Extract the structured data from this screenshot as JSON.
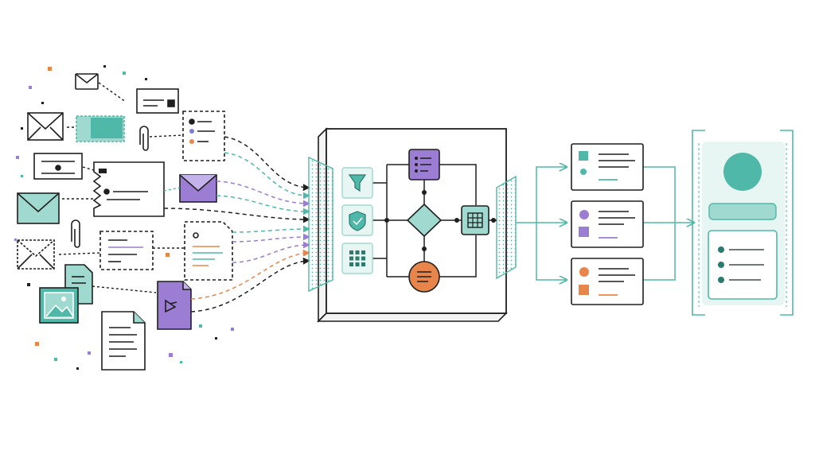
{
  "colors": {
    "teal": "#4fb8a8",
    "teal_dark": "#2a7a6e",
    "teal_light": "#9fd9cf",
    "teal_pale": "#e8f6f3",
    "purple": "#9b7dd4",
    "orange": "#e8854a",
    "ink": "#1f1f1f",
    "grey": "#6f7a78"
  },
  "inputs": {
    "documents": [
      "envelope-icon",
      "envelope-icon",
      "envelope-icon",
      "envelope-icon",
      "open-envelope-icon",
      "id-card-icon",
      "ticket-icon",
      "receipt-icon",
      "photo-icon",
      "document-icon",
      "document-icon",
      "pdf-icon",
      "checklist-icon",
      "form-icon",
      "attachment-icon"
    ]
  },
  "processor": {
    "steps": [
      "filter-icon",
      "shield-icon",
      "grid-icon",
      "checklist-icon",
      "decision-icon",
      "chip-icon",
      "list-icon"
    ]
  },
  "outputs": {
    "cards": [
      "teal-record-card",
      "purple-record-card",
      "orange-record-card"
    ]
  },
  "profile": {
    "icons": [
      "avatar-icon",
      "name-bar",
      "detail-list"
    ]
  }
}
